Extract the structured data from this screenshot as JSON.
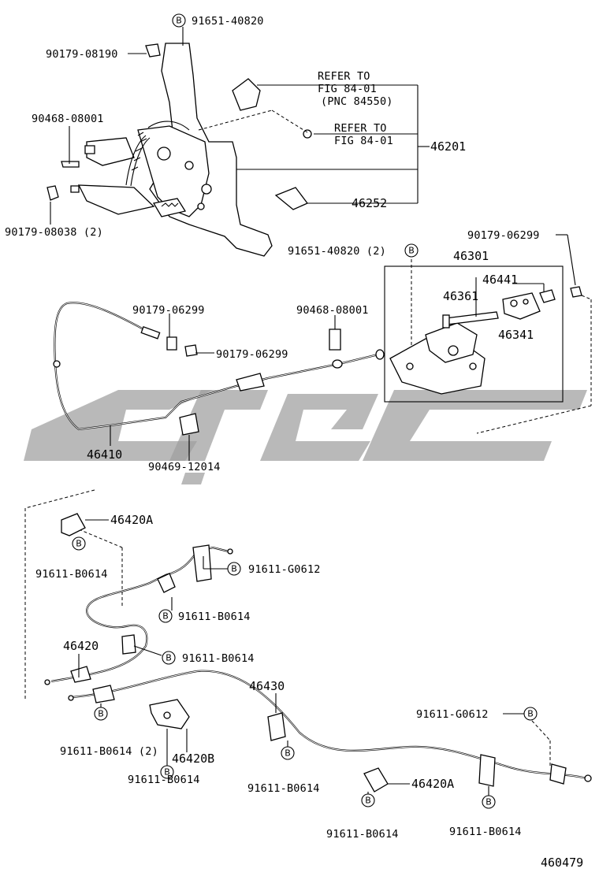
{
  "diagram_id": "460479",
  "badge_letter": "B",
  "labels": {
    "top_bolt_b": "91651-40820",
    "clip_top": "90179-08190",
    "refer1_line1": "REFER TO",
    "refer1_line2": "FIG 84-01",
    "refer1_line3": "(PNC 84550)",
    "refer2_line1": "REFER TO",
    "refer2_line2": "FIG 84-01",
    "lever_assy": "46201",
    "pin_left": "90468-08001",
    "cover": "46252",
    "nut_left": "90179-08038 (2)",
    "bolt_b2": "91651-40820 (2)",
    "nut_right_top": "90179-06299",
    "equalizer_assy": "46301",
    "part_46441": "46441",
    "part_46361": "46361",
    "part_46341": "46341",
    "nut_mid1": "90179-06299",
    "pin_mid": "90468-08001",
    "nut_mid2": "90179-06299",
    "front_cable": "46410",
    "clip_mid": "90469-12014",
    "bracket_a_left": "46420A",
    "bolt_b0614_a": "91611-B0614",
    "bolt_g0612_a": "91611-G0612",
    "bolt_b0614_b": "91611-B0614",
    "cable_left": "46420",
    "bolt_b0614_c": "91611-B0614",
    "cable_right": "46430",
    "bolt_b0614_d": "91611-B0614 (2)",
    "bracket_b": "46420B",
    "bolt_b0614_e": "91611-B0614",
    "bolt_b0614_f": "91611-B0614",
    "bolt_g0612_b": "91611-G0612",
    "bracket_a_right": "46420A",
    "bolt_b0614_g": "91611-B0614",
    "bolt_b0614_h": "91611-B0614"
  }
}
